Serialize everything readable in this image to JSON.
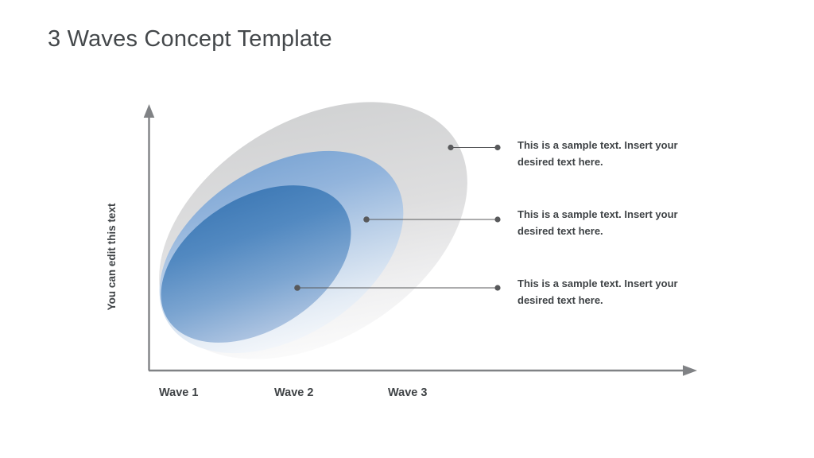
{
  "slide": {
    "title": "3 Waves Concept Template",
    "background_color": "#ffffff"
  },
  "axes": {
    "y_label": "You can edit this text",
    "x_labels": [
      "Wave 1",
      "Wave 2",
      "Wave 3"
    ],
    "axis_color": "#808285",
    "y_arrow_icon": "arrow-up-icon",
    "x_arrow_icon": "arrow-right-icon"
  },
  "waves": [
    {
      "name": "Wave 3",
      "layer": "outer",
      "fill_from": "#d2d3d4",
      "fill_to": "#fbfbfb"
    },
    {
      "name": "Wave 2",
      "layer": "middle",
      "fill_from": "#81a9d6",
      "fill_to": "#f4f7fb"
    },
    {
      "name": "Wave 1",
      "layer": "inner",
      "fill_from": "#4c84bd",
      "fill_to": "#b3c8e4"
    }
  ],
  "callouts": [
    {
      "id": "callout-1",
      "text": "This is a sample text. Insert your desired text here.",
      "connector_color": "#58595b",
      "dot_color": "#58595b"
    },
    {
      "id": "callout-2",
      "text": "This is a sample text. Insert your desired text here.",
      "connector_color": "#58595b",
      "dot_color": "#58595b"
    },
    {
      "id": "callout-3",
      "text": "This is a sample text. Insert your desired text here.",
      "connector_color": "#58595b",
      "dot_color": "#58595b"
    }
  ],
  "colors": {
    "title_text": "#44484b",
    "body_text": "#3f4346",
    "accent_blue": "#4c84bd",
    "neutral_gray": "#d2d3d4"
  }
}
